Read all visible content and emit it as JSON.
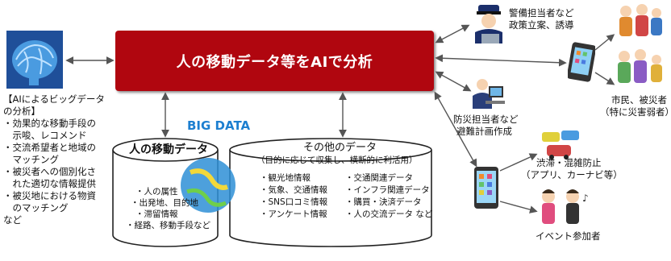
{
  "central_box": {
    "label": "人の移動データ等をAIで分析"
  },
  "left_panel": {
    "title_lines": [
      "【AIによるビッグデータ",
      "の分析】"
    ],
    "bullets": [
      [
        "・効果的な移動手段の",
        "　示唆、レコメンド"
      ],
      [
        "・交流希望者と地域の",
        "　マッチング"
      ],
      [
        "・被災者への個別化さ",
        "　れた適切な情報提供"
      ],
      [
        "・被災地における物資",
        "　のマッチング"
      ]
    ],
    "trailing": "など"
  },
  "big_data_label": "BIG DATA",
  "left_cylinder": {
    "title": "人の移動データ",
    "items": [
      "・人の属性",
      "・出発地、目的地",
      "・滞留情報",
      "・経路、移動手段など"
    ]
  },
  "right_cylinder": {
    "title": "その他のデータ",
    "subtitle": "（目的に応じて収集し、横断的に利活用）",
    "col1": [
      "・観光地情報",
      "・気象、交通情報",
      "・SNS口コミ情報",
      "・アンケート情報"
    ],
    "col2": [
      "・交通関連データ",
      "・インフラ関連データ",
      "・購買・決済データ",
      "・人の交流データ など"
    ]
  },
  "actors": {
    "police": [
      "警備担当者など",
      "政策立案、誘導"
    ],
    "disaster_officer": [
      "防災担当者など",
      "避難計画作成"
    ],
    "citizens": [
      "市民、被災者",
      "（特に災害弱者）"
    ],
    "traffic": [
      "渋滞・混雑防止",
      "（アプリ、カーナビ等）"
    ],
    "event": [
      "イベント参加者"
    ]
  },
  "icons": [
    "brain-icon",
    "police-officer-icon",
    "officer-at-computer-icon",
    "smartphone-icon",
    "family-icon",
    "car-traffic-icon",
    "event-crowd-icon"
  ],
  "colors": {
    "main_red": "#b0060f",
    "brain_blue": "#2f6fb7",
    "arrow_gray": "#555555"
  }
}
